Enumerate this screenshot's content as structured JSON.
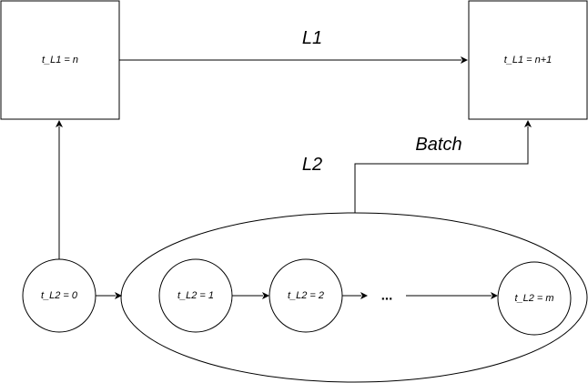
{
  "nodes": {
    "l1_n": "t_L1 = n",
    "l1_n_plus_1": "t_L1 = n+1",
    "l2_0": "t_L2 = 0",
    "l2_1": "t_L2 = 1",
    "l2_2": "t_L2 = 2",
    "l2_m": "t_L2 = m"
  },
  "labels": {
    "l1": "L1",
    "l2": "L2",
    "batch": "Batch",
    "ellipsis": "..."
  },
  "colors": {
    "stroke": "#000000",
    "fill": "#ffffff"
  }
}
